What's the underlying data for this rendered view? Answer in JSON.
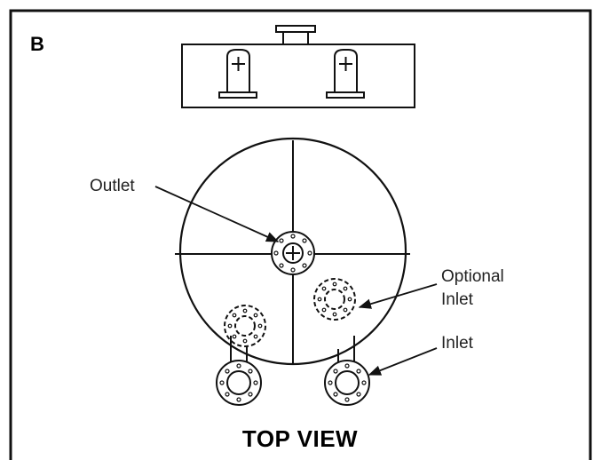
{
  "panel_letter": "B",
  "view_title": "TOP VIEW",
  "callouts": {
    "outlet": "Outlet",
    "optional_inlet_line1": "Optional",
    "optional_inlet_line2": "Inlet",
    "inlet": "Inlet"
  },
  "colors": {
    "stroke": "#111111",
    "background": "#ffffff"
  }
}
